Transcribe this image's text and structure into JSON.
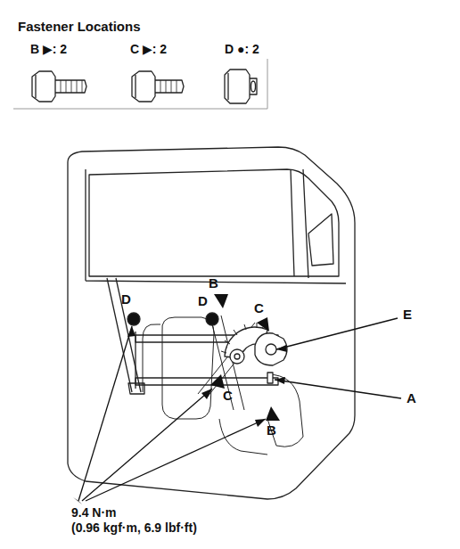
{
  "diagram": {
    "title": "Fastener Locations",
    "labels": [
      "D",
      "B",
      "D",
      "C",
      "E",
      "A",
      "C",
      "B",
      "9.4 N·m",
      "(0.96 kgf·m, 6.9 lbf·ft)"
    ],
    "legend": [
      {
        "text": "B ▶: 2"
      },
      {
        "text": "C ▶: 2"
      },
      {
        "text": "D ●: 2"
      }
    ]
  }
}
